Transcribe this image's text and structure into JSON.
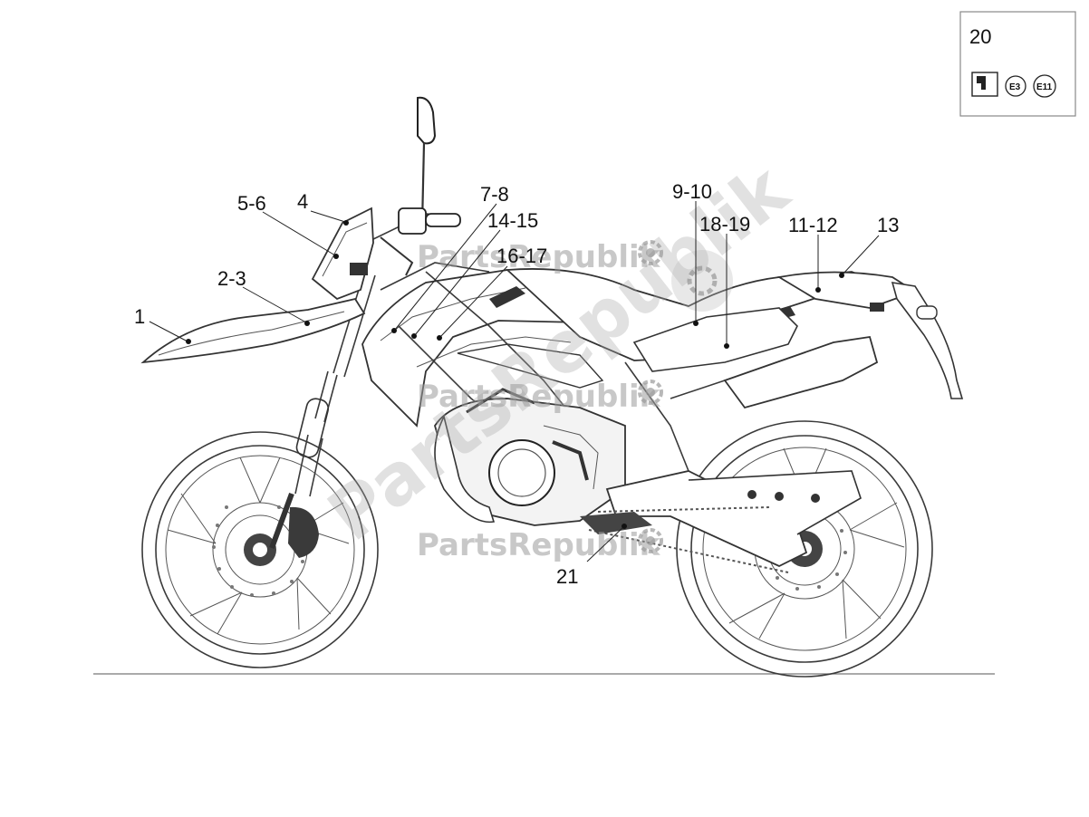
{
  "callouts": {
    "c1": "1",
    "c2": "2-3",
    "c3": "5-6",
    "c4": "4",
    "c5": "7-8",
    "c6": "14-15",
    "c7": "16-17",
    "c8": "9-10",
    "c9": "18-19",
    "c10": "11-12",
    "c11": "13",
    "c12": "21"
  },
  "inset": {
    "label": "20",
    "badges": [
      "E3",
      "E11"
    ]
  },
  "watermark": {
    "text": "PartsRepublik"
  }
}
